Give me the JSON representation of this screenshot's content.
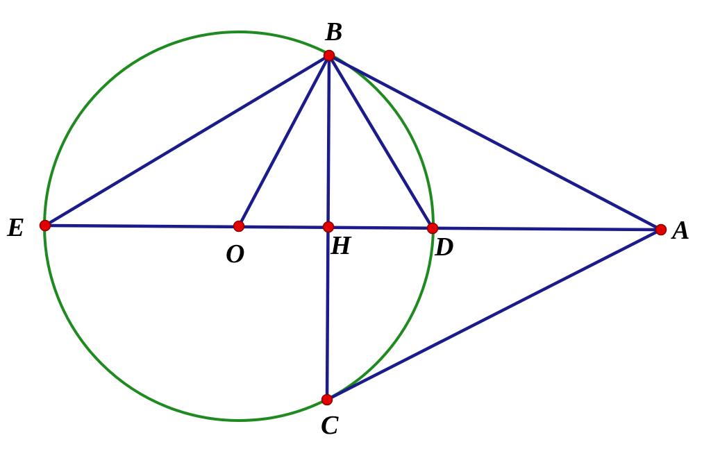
{
  "colors": {
    "circle": "#1f8a1f",
    "segment": "#1b1b8c",
    "point_fill": "#e00000",
    "point_stroke": "#8b0000",
    "label": "#000000"
  },
  "points": {
    "B": "B",
    "E": "E",
    "O": "O",
    "H": "H",
    "D": "D",
    "A": "A",
    "C": "C"
  },
  "segments": [
    [
      "E",
      "A"
    ],
    [
      "B",
      "E"
    ],
    [
      "B",
      "O"
    ],
    [
      "B",
      "C"
    ],
    [
      "B",
      "D"
    ],
    [
      "B",
      "A"
    ],
    [
      "C",
      "A"
    ]
  ]
}
